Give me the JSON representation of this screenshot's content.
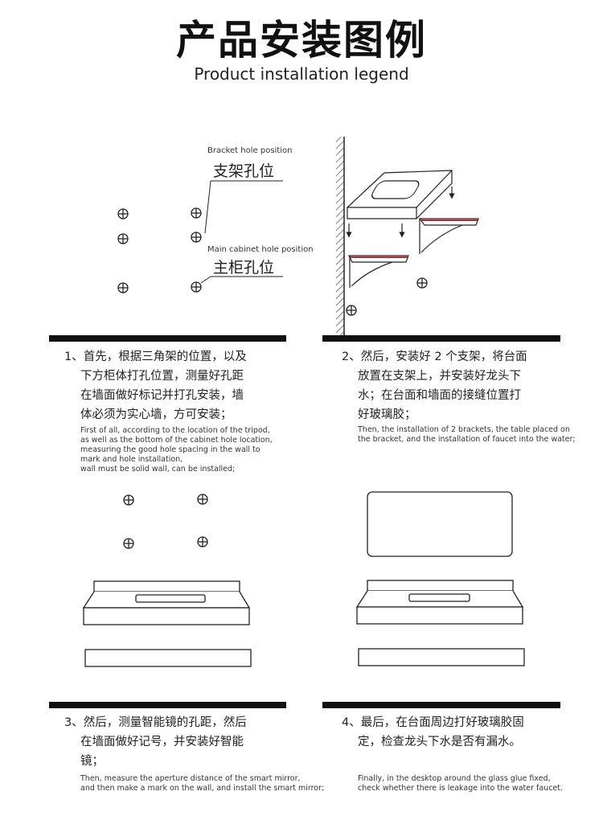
{
  "header": {
    "title_zh": "产品安装图例",
    "title_en": "Product installation legend"
  },
  "legend": {
    "bracket_en": "Bracket hole position",
    "bracket_zh": "支架孔位",
    "cabinet_en": "Main cabinet hole position",
    "cabinet_zh": "主柜孔位"
  },
  "steps": [
    {
      "zh_lines": [
        "1、首先，根据三角架的位置，以及",
        "下方柜体打孔位置，测量好孔距",
        "在墙面做好标记并打孔安装，墙",
        "体必须为实心墙，方可安装；"
      ],
      "en_lines": [
        "First of all, according to the location of the tripod,",
        "as well as the bottom of the cabinet hole location,",
        "measuring the good hole spacing in the wall to",
        "mark and hole installation,",
        "wall must be solid wall, can be installed;"
      ]
    },
    {
      "zh_lines": [
        "2、然后，安装好 2 个支架，将台面",
        "放置在支架上，并安装好龙头下",
        "水；在台面和墙面的接缝位置打",
        "好玻璃胶；"
      ],
      "en_lines": [
        "Then, the installation of 2 brackets, the table placed on",
        "the bracket, and the installation of faucet into the water;"
      ]
    },
    {
      "zh_lines": [
        "3、然后，测量智能镜的孔距，然后",
        "在墙面做好记号，并安装好智能",
        "镜；"
      ],
      "en_lines": [
        "Then, measure the aperture distance of the smart mirror,",
        "and then make a mark on the wall, and install the smart mirror;"
      ]
    },
    {
      "zh_lines": [
        "4、最后，在台面周边打好玻璃胶固",
        "定，检查龙头下水是否有漏水。"
      ],
      "en_lines": [
        "Finally, in the desktop around the glass glue fixed,",
        "check whether there is leakage into the water faucet."
      ]
    }
  ],
  "colors": {
    "bracket_accent": "#b03030",
    "ink": "#222222"
  }
}
